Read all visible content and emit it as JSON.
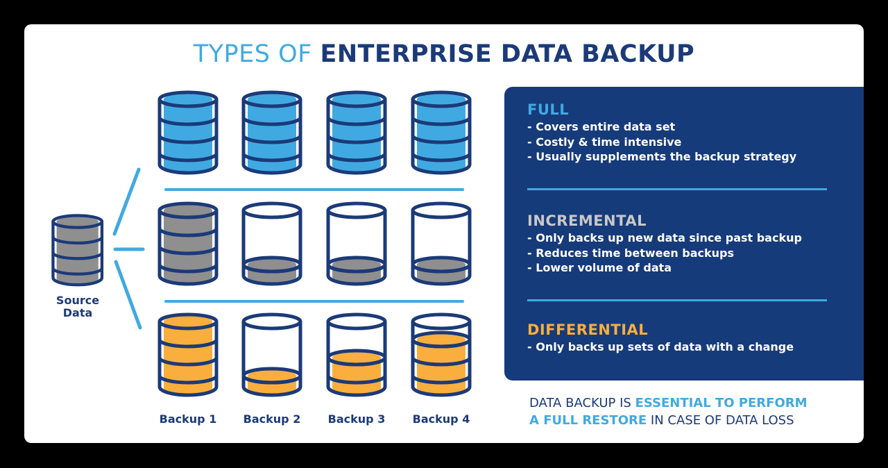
{
  "title": {
    "part1": "TYPES OF",
    "part2": "ENTERPRISE DATA BACKUP"
  },
  "colors": {
    "navy": "#1b3a78",
    "blue": "#41a9e1",
    "gray": "#8f8f8f",
    "orange": "#f9ae3d",
    "panel": "#163b7a"
  },
  "source": {
    "label_line1": "Source",
    "label_line2": "Data",
    "fill_level": 4
  },
  "backups": [
    "Backup 1",
    "Backup 2",
    "Backup 3",
    "Backup 4"
  ],
  "rows": [
    {
      "type": "full",
      "color": "blue",
      "levels": [
        4,
        4,
        4,
        4
      ]
    },
    {
      "type": "incremental",
      "color": "gray",
      "levels": [
        4,
        1,
        1,
        1
      ]
    },
    {
      "type": "differential",
      "color": "orange",
      "levels": [
        4,
        1,
        2,
        3
      ]
    }
  ],
  "panel": {
    "sections": [
      {
        "heading": "FULL",
        "color": "#41a9e1",
        "items": [
          "- Covers entire data set",
          "- Costly & time intensive",
          "- Usually supplements the backup strategy"
        ]
      },
      {
        "heading": "INCREMENTAL",
        "color": "#c8c8c8",
        "items": [
          "- Only backs up new data since past backup",
          "- Reduces time between backups",
          "- Lower volume of data"
        ]
      },
      {
        "heading": "DIFFERENTIAL",
        "color": "#f9ae3d",
        "items": [
          "- Only backs up sets of data with a change"
        ]
      }
    ]
  },
  "footer": {
    "t1": "DATA BACKUP IS ",
    "t2": "ESSENTIAL TO PERFORM",
    "t3": "A FULL RESTORE",
    "t4": " IN CASE OF DATA LOSS"
  }
}
